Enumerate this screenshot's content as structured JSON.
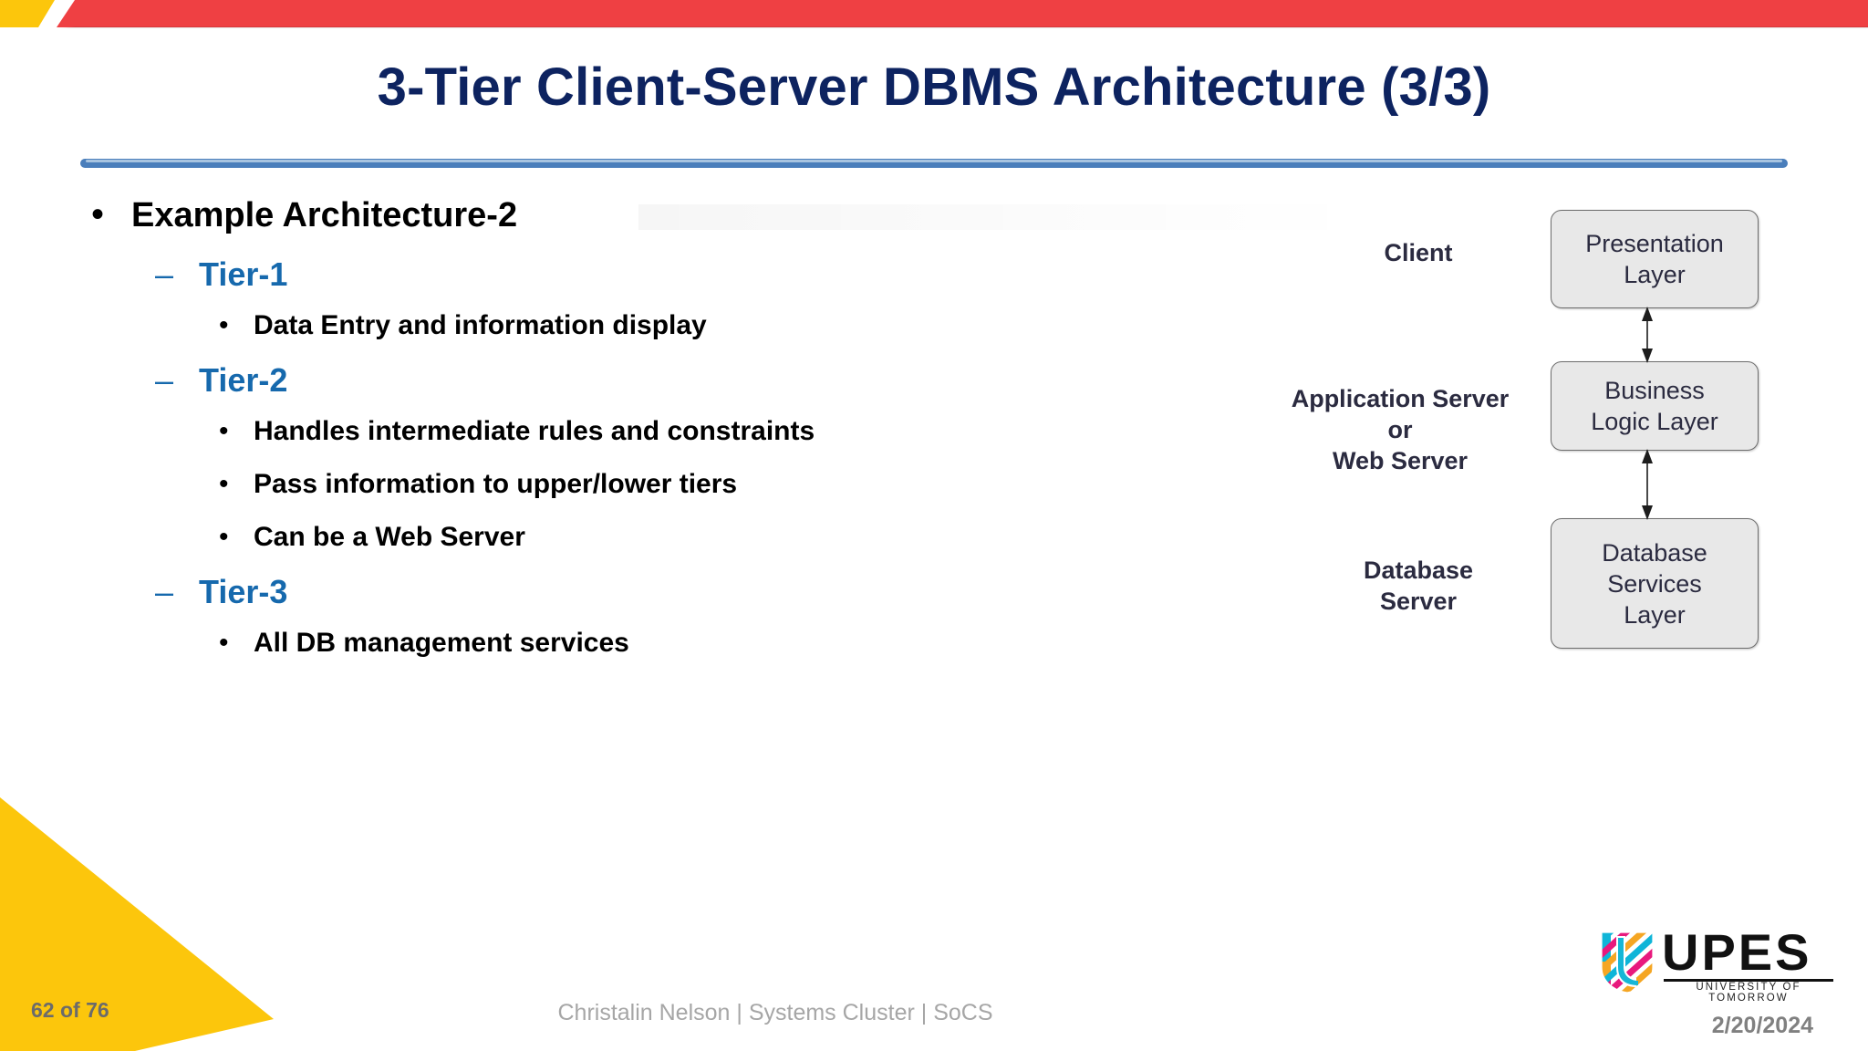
{
  "slide": {
    "title": "3-Tier Client-Server DBMS Architecture (3/3)",
    "title_color": "#0d2360",
    "accent_red": "#ef4043",
    "accent_yellow": "#fcc60c",
    "accent_blue": "#1669ad"
  },
  "bullets": [
    {
      "level": 1,
      "marker": "•",
      "text": "Example Architecture-2"
    },
    {
      "level": 2,
      "marker": "–",
      "text": "Tier-1"
    },
    {
      "level": 3,
      "marker": "•",
      "text": "Data Entry and information display"
    },
    {
      "level": 2,
      "marker": "–",
      "text": "Tier-2"
    },
    {
      "level": 3,
      "marker": "•",
      "text": "Handles intermediate rules and constraints"
    },
    {
      "level": 3,
      "marker": "•",
      "text": "Pass information to upper/lower tiers"
    },
    {
      "level": 3,
      "marker": "•",
      "text": "Can be a Web Server"
    },
    {
      "level": 2,
      "marker": "–",
      "text": "Tier-3"
    },
    {
      "level": 3,
      "marker": "•",
      "text": "All DB management services"
    }
  ],
  "diagram": {
    "boxes": [
      {
        "id": "presentation",
        "label": "Presentation\nLayer"
      },
      {
        "id": "business",
        "label": "Business\nLogic Layer"
      },
      {
        "id": "database",
        "label": "Database\nServices\nLayer"
      }
    ],
    "labels": [
      {
        "id": "client",
        "text": "Client"
      },
      {
        "id": "appserver",
        "text": "Application Server\nor\nWeb Server"
      },
      {
        "id": "dbserver",
        "text": "Database\nServer"
      }
    ],
    "connectors": [
      {
        "from": "presentation",
        "to": "business",
        "style": "double-headed-arrow"
      },
      {
        "from": "business",
        "to": "database",
        "style": "double-headed-arrow"
      }
    ],
    "box_fill": "#e8e8e8",
    "box_border": "#6d6d6d"
  },
  "footer": {
    "slide_number": "62 of 76",
    "credit": "Christalin Nelson | Systems Cluster | SoCS",
    "date": "2/20/2024"
  },
  "logo": {
    "wordmark": "UPES",
    "tagline": "UNIVERSITY OF TOMORROW"
  }
}
